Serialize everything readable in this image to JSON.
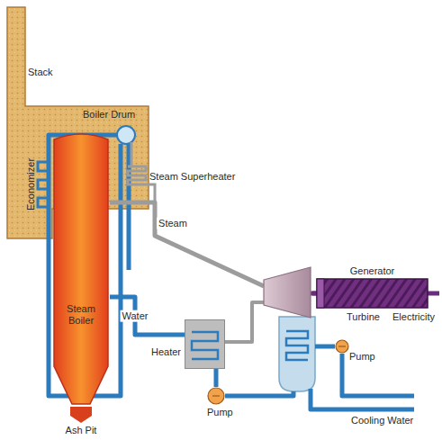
{
  "diagram": {
    "nodes": [
      {
        "text": [
          "Steam Boiler"
        ]
      },
      {
        "text": [
          "Turbine"
        ]
      },
      {
        "text": [
          "Generator"
        ]
      },
      {
        "text": [
          "Heater"
        ]
      },
      {
        "text": [
          "Pump"
        ]
      },
      {
        "text": [
          "Pump"
        ]
      }
    ],
    "edges": [
      {
        "from": 0,
        "to": 1,
        "label": "Steam",
        "arrow": "none"
      },
      {
        "from": 1,
        "to": 2,
        "arrow": "none"
      },
      {
        "from": 1,
        "to": 3,
        "arrow": "none"
      },
      {
        "from": 4,
        "to": 3,
        "arrow": "none"
      },
      {
        "from": 3,
        "to": 0,
        "label": "Water",
        "arrow": "none"
      }
    ],
    "labels": [
      "Stack",
      "Boiler Drum",
      "Economizer",
      "Steam Superheater",
      "Electricity",
      "Cooling Water",
      "Ash Pit"
    ]
  }
}
